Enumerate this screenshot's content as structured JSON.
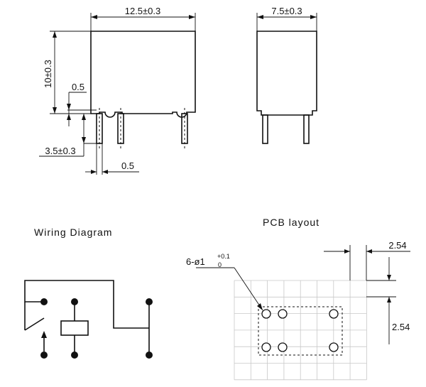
{
  "front_view": {
    "width_dim": "12.5±0.3",
    "height_dim": "10±0.3",
    "offset_dim": "0.5",
    "pin_length_dim": "3.5±0.3",
    "pin_width_dim": "0.5"
  },
  "side_view": {
    "width_dim": "7.5±0.3"
  },
  "wiring": {
    "title": "Wiring Diagram"
  },
  "pcb": {
    "title": "PCB layout",
    "hole_prefix": "6-ø1",
    "hole_tol_plus": "+0.1",
    "hole_tol_minus": "0",
    "pitch_x": "2.54",
    "pitch_y": "2.54"
  }
}
